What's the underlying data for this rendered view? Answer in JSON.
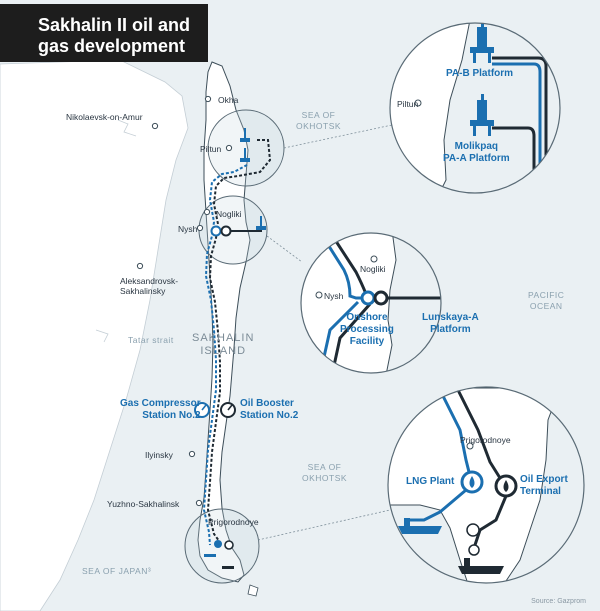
{
  "title": {
    "line1": "Sakhalin II oil and",
    "line2": "gas development"
  },
  "towns": {
    "okha": "Okha",
    "nikolaevsk": "Nikolaevsk-on-Amur",
    "piltun": "Piltun",
    "nogliki": "Nogliki",
    "nysh": "Nysh",
    "aleksandrovsk": "Aleksandrovsk-\nSakhalinsky",
    "ilyinsky": "Ilyinsky",
    "yuzhno": "Yuzhno-Sakhalinsk",
    "prigorodnoye": "Prigorodnoye"
  },
  "seas": {
    "okhotsk_north": "SEA OF\nOKHOTSK",
    "okhotsk_south": "SEA OF\nOKHOTSK",
    "tatar": "Tatar strait",
    "japan": "SEA OF JAPAN³",
    "pacific": "PACIFIC\nOCEAN"
  },
  "island_label": "SAKHALIN\nISLAND",
  "main_facilities": {
    "gas_compressor": "Gas Compressor\nStation No.2",
    "oil_booster": "Oil Booster\nStation No.2"
  },
  "inset_north": {
    "town": "Piltun",
    "platform_a": "PA-B Platform",
    "platform_b": "Molikpaq\nPA-A Platform"
  },
  "inset_mid": {
    "town_nogliki": "Nogliki",
    "town_nysh": "Nysh",
    "onshore": "Onshore\nProcessing\nFacility",
    "lunskaya": "Lunskaya-A\nPlatform"
  },
  "inset_south": {
    "town": "Prigorodnoye",
    "lng": "LNG Plant",
    "oil": "Oil Export\nTerminal"
  },
  "source": "Source: Gazprom",
  "colors": {
    "sea": "#eaf0f3",
    "land": "#ffffff",
    "title_bg": "#1d1d1d",
    "gas_pipeline": "#1b6fb0",
    "oil_pipeline": "#1f2a33",
    "label_blue": "#1b6fb0",
    "outline": "#3d4e59"
  }
}
